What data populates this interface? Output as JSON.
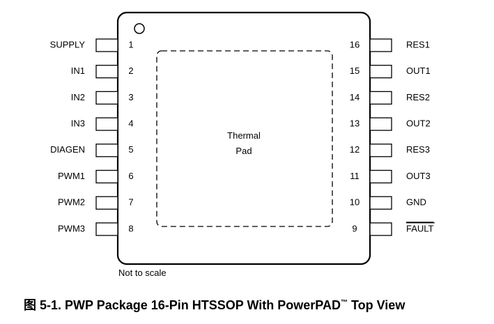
{
  "package": {
    "left_pins": [
      {
        "num": "1",
        "name": "SUPPLY"
      },
      {
        "num": "2",
        "name": "IN1"
      },
      {
        "num": "3",
        "name": "IN2"
      },
      {
        "num": "4",
        "name": "IN3"
      },
      {
        "num": "5",
        "name": "DIAGEN"
      },
      {
        "num": "6",
        "name": "PWM1"
      },
      {
        "num": "7",
        "name": "PWM2"
      },
      {
        "num": "8",
        "name": "PWM3"
      }
    ],
    "right_pins": [
      {
        "num": "16",
        "name": "RES1"
      },
      {
        "num": "15",
        "name": "OUT1"
      },
      {
        "num": "14",
        "name": "RES2"
      },
      {
        "num": "13",
        "name": "OUT2"
      },
      {
        "num": "12",
        "name": "RES3"
      },
      {
        "num": "11",
        "name": "OUT3"
      },
      {
        "num": "10",
        "name": "GND"
      },
      {
        "num": "9",
        "name": "FAULT",
        "overline": true
      }
    ],
    "thermal_pad": {
      "line1": "Thermal",
      "line2": "Pad"
    }
  },
  "note": "Not to scale",
  "caption": {
    "prefix": "图 5-1. PWP Package 16-Pin HTSSOP With PowerPAD",
    "tm": "™",
    "suffix": " Top View"
  }
}
